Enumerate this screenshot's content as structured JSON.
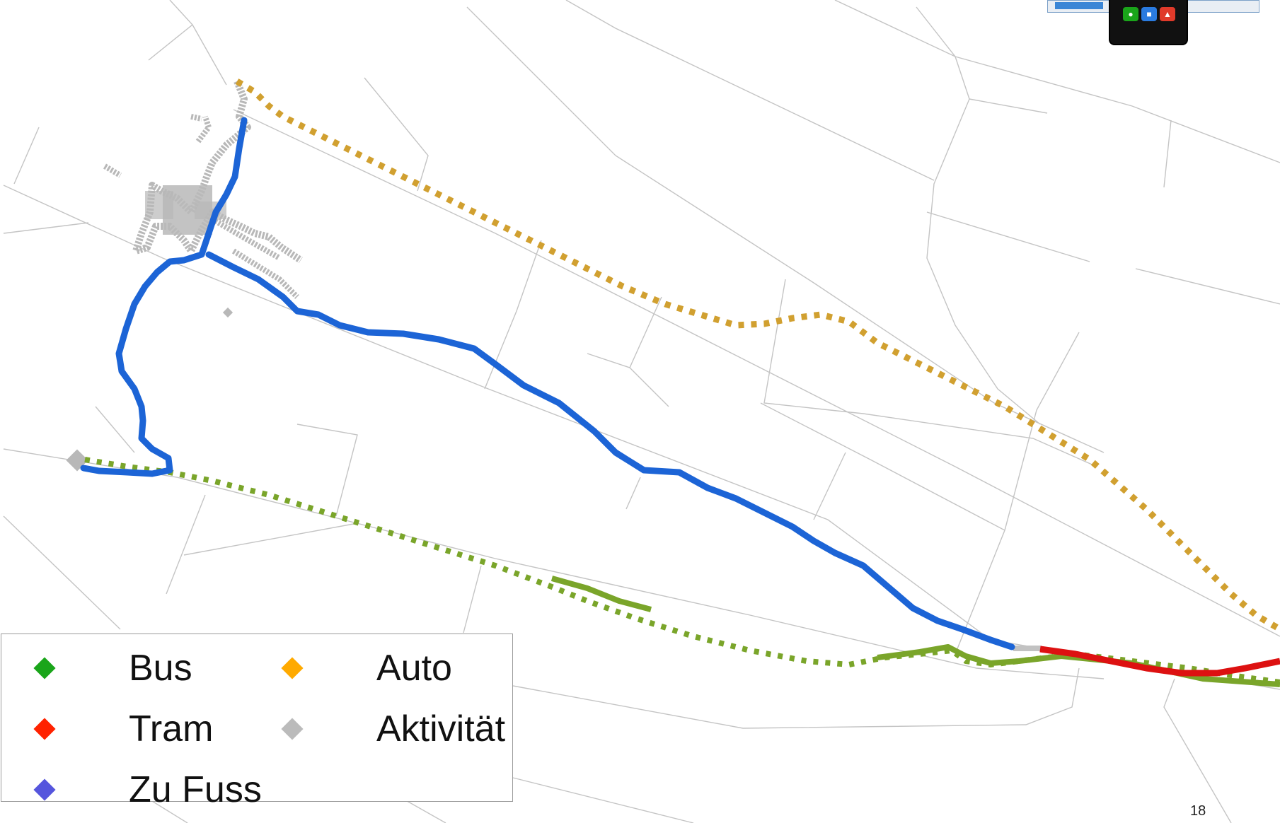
{
  "legend": {
    "items": [
      {
        "label": "Bus",
        "color": "#1aa51a"
      },
      {
        "label": "Auto",
        "color": "#ffaa00"
      },
      {
        "label": "Tram",
        "color": "#ff2200"
      },
      {
        "label": "Aktivität",
        "color": "#bbbbbb"
      },
      {
        "label": "Zu Fuss",
        "color": "#5555dd"
      }
    ]
  },
  "page_number": "18",
  "track_colors": {
    "walk": "#1c64d6",
    "bus": "#7aa52a",
    "auto": "#d1a030",
    "tram": "#dd1111",
    "activity": "#b8b8b8"
  },
  "device_icons": [
    "bike-icon",
    "bus-icon",
    "car-icon"
  ]
}
